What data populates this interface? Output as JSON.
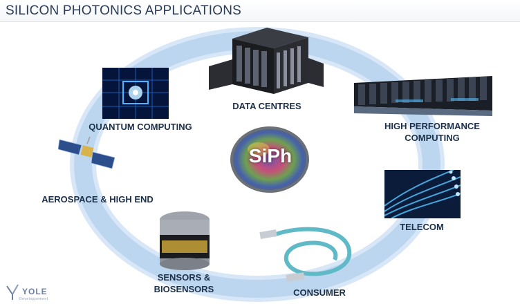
{
  "title": "SILICON PHOTONICS APPLICATIONS",
  "center": {
    "text": "SiPh"
  },
  "applications": {
    "data_centres": "DATA CENTRES",
    "quantum_computing": "QUANTUM COMPUTING",
    "hpc_line1": "HIGH PERFORMANCE",
    "hpc_line2": "COMPUTING",
    "aerospace": "AEROSPACE & HIGH END",
    "telecom": "TELECOM",
    "sensors_line1": "SENSORS &",
    "sensors_line2": "BIOSENSORS",
    "consumer": "CONSUMER"
  },
  "logo": {
    "name": "YOLE",
    "sub": "Développement"
  },
  "colors": {
    "ring": "#b9d3ef",
    "ring_edge": "#d6e6f7",
    "label": "#1d3049",
    "title": "#2b3a55"
  },
  "icons": [
    "server-rack-icon",
    "quantum-chip-icon",
    "supercomputer-icon",
    "satellite-icon",
    "fiber-optic-icon",
    "lidar-sensor-icon",
    "optical-cable-icon",
    "silicon-wafer-icon",
    "yole-logo"
  ]
}
